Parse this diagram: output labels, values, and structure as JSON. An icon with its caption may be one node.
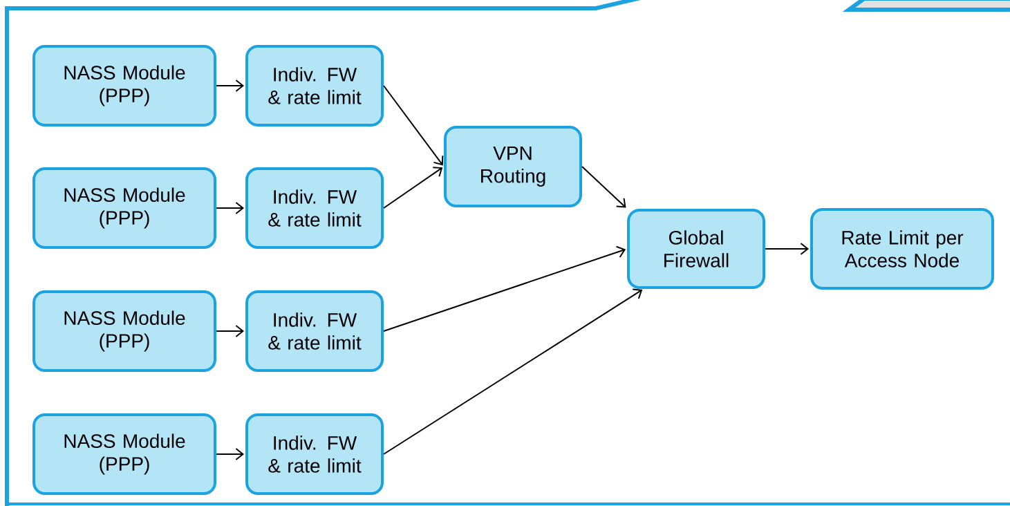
{
  "diagram": {
    "nodes": [
      {
        "text": [
          "NASS Module (PPP)"
        ]
      },
      {
        "text": [
          "NASS Module (PPP)"
        ]
      },
      {
        "text": [
          "NASS Module (PPP)"
        ]
      },
      {
        "text": [
          "NASS Module (PPP)"
        ]
      },
      {
        "text": [
          "Indiv. FW & rate limit"
        ]
      },
      {
        "text": [
          "Indiv. FW & rate limit"
        ]
      },
      {
        "text": [
          "Indiv. FW & rate limit"
        ]
      },
      {
        "text": [
          "Indiv. FW & rate limit"
        ]
      },
      {
        "text": [
          "VPN Routing"
        ]
      },
      {
        "text": [
          "Global Firewall"
        ]
      },
      {
        "text": [
          "Rate Limit per Access Node"
        ]
      }
    ],
    "edges": [
      {
        "from": 0,
        "to": 4,
        "arrow": "to"
      },
      {
        "from": 1,
        "to": 5,
        "arrow": "to"
      },
      {
        "from": 2,
        "to": 6,
        "arrow": "to"
      },
      {
        "from": 3,
        "to": 7,
        "arrow": "to"
      },
      {
        "from": 4,
        "to": 8,
        "arrow": "to"
      },
      {
        "from": 5,
        "to": 8,
        "arrow": "to"
      },
      {
        "from": 8,
        "to": 9,
        "arrow": "to"
      },
      {
        "from": 6,
        "to": 9,
        "arrow": "to"
      },
      {
        "from": 7,
        "to": 9,
        "arrow": "to"
      },
      {
        "from": 9,
        "to": 10,
        "arrow": "to"
      }
    ]
  }
}
